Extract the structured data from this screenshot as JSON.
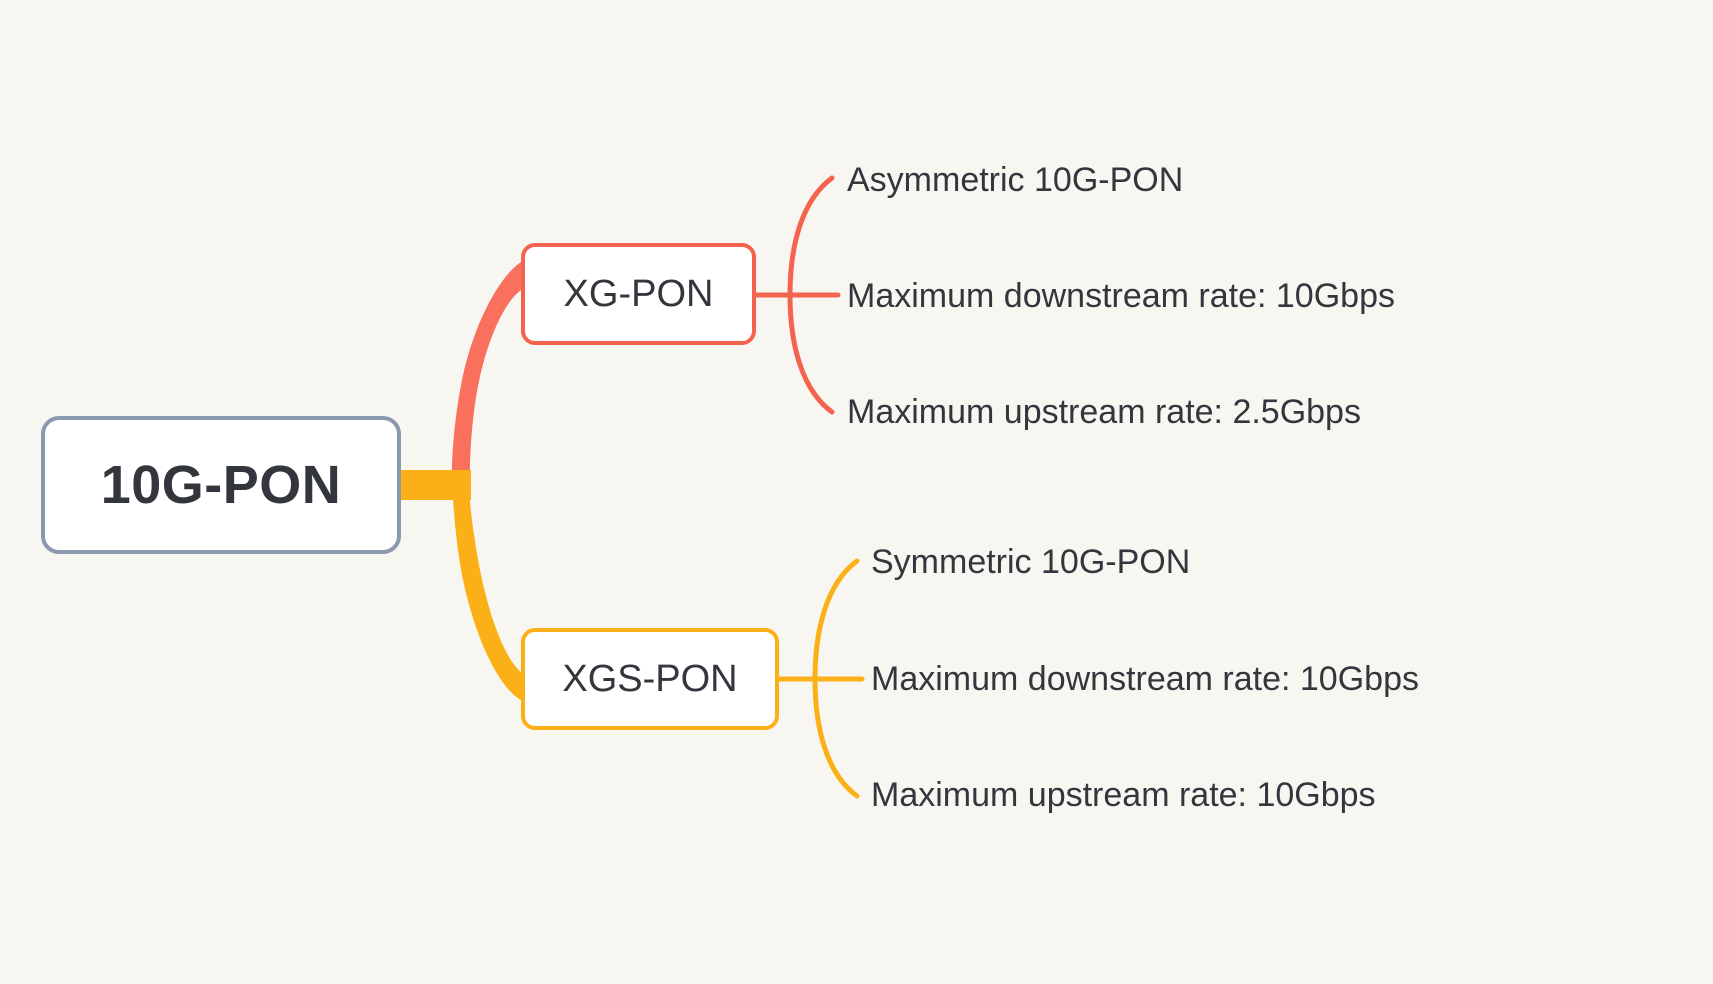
{
  "diagram": {
    "type": "mind-map",
    "orientation": "left-to-right",
    "background_color": "#f7f6f1",
    "text_color": "#33373d",
    "root": {
      "label": "10G-PON",
      "border_color": "#8b99ae",
      "fill_color": "#ffffff"
    },
    "branches": [
      {
        "label": "XG-PON",
        "color": "#f4634e",
        "fill_color": "#ffffff",
        "leaves": [
          {
            "label": "Asymmetric 10G-PON"
          },
          {
            "label": "Maximum downstream rate: 10Gbps"
          },
          {
            "label": "Maximum upstream rate: 2.5Gbps"
          }
        ]
      },
      {
        "label": "XGS-PON",
        "color": "#fbb018",
        "fill_color": "#ffffff",
        "leaves": [
          {
            "label": "Symmetric 10G-PON"
          },
          {
            "label": "Maximum downstream rate: 10Gbps"
          },
          {
            "label": "Maximum upstream rate: 10Gbps"
          }
        ]
      }
    ]
  }
}
